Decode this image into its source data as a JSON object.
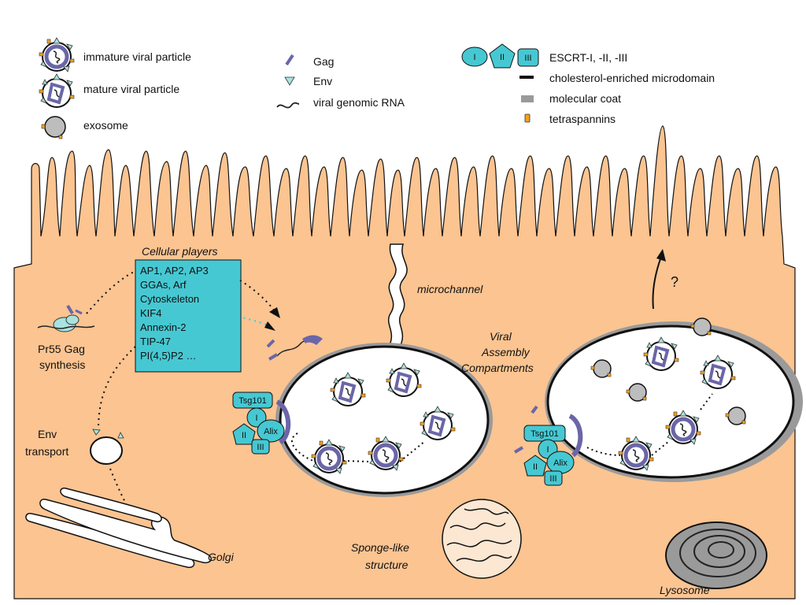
{
  "legend": {
    "immature": "immature viral particle",
    "mature": "mature viral particle",
    "exosome": "exosome",
    "gag": "Gag",
    "env": "Env",
    "rna": "viral genomic RNA",
    "escrt": "ESCRT-I, -II, -III",
    "cholesterol": "cholesterol-enriched microdomain",
    "coat": "molecular coat",
    "tetraspannins": "tetraspannins",
    "escrt_I": "I",
    "escrt_II": "II",
    "escrt_III": "III"
  },
  "players": {
    "title": "Cellular players",
    "items": [
      "AP1, AP2, AP3",
      "GGAs, Arf",
      "Cytoskeleton",
      "KIF4",
      "Annexin-2",
      "TIP-47",
      "PI(4,5)P2 …"
    ]
  },
  "labels": {
    "pr55_line1": "Pr55 Gag",
    "pr55_line2": "synthesis",
    "env_line1": "Env",
    "env_line2": "transport",
    "microchannel": "microchannel",
    "vac_line1": "Viral",
    "vac_line2": "Assembly",
    "vac_line3": "Compartments",
    "question": "?",
    "golgi": "Golgi",
    "sponge_line1": "Sponge-like",
    "sponge_line2": "structure",
    "lysosome": "Lysosome"
  },
  "escrt_complex": {
    "tsg101": "Tsg101",
    "I": "I",
    "II": "II",
    "III": "III",
    "alix": "Alix"
  },
  "colors": {
    "cell": "#fbc491",
    "escrt": "#46c8d2",
    "gag": "#6a66a8",
    "env": "#a9e2de",
    "tetraspannin": "#f4a020",
    "coat": "#9a9a9a",
    "exosome": "#bdbdbd"
  }
}
